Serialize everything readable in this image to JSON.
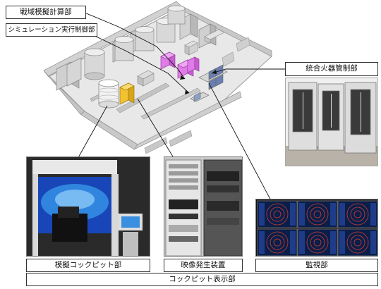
{
  "labels": {
    "battle_sim": "戦域模擬計算部",
    "sim_exec": "シミュレーション実行制御部",
    "fire_control": "統合火器管制部",
    "cockpit_sim": "模擬コックピット部",
    "video_gen": "映像発生装置",
    "monitor": "監視部",
    "cockpit_display": "コックピット表示部"
  },
  "colors": {
    "floor": "#e6e6e6",
    "wall": "#cfcfcf",
    "cabinet": "#d8d8d8",
    "magenta": "#e07ce8",
    "yellow": "#f2c230",
    "screen_blue": "#2a63d9",
    "radar_red": "#d23b2b"
  }
}
